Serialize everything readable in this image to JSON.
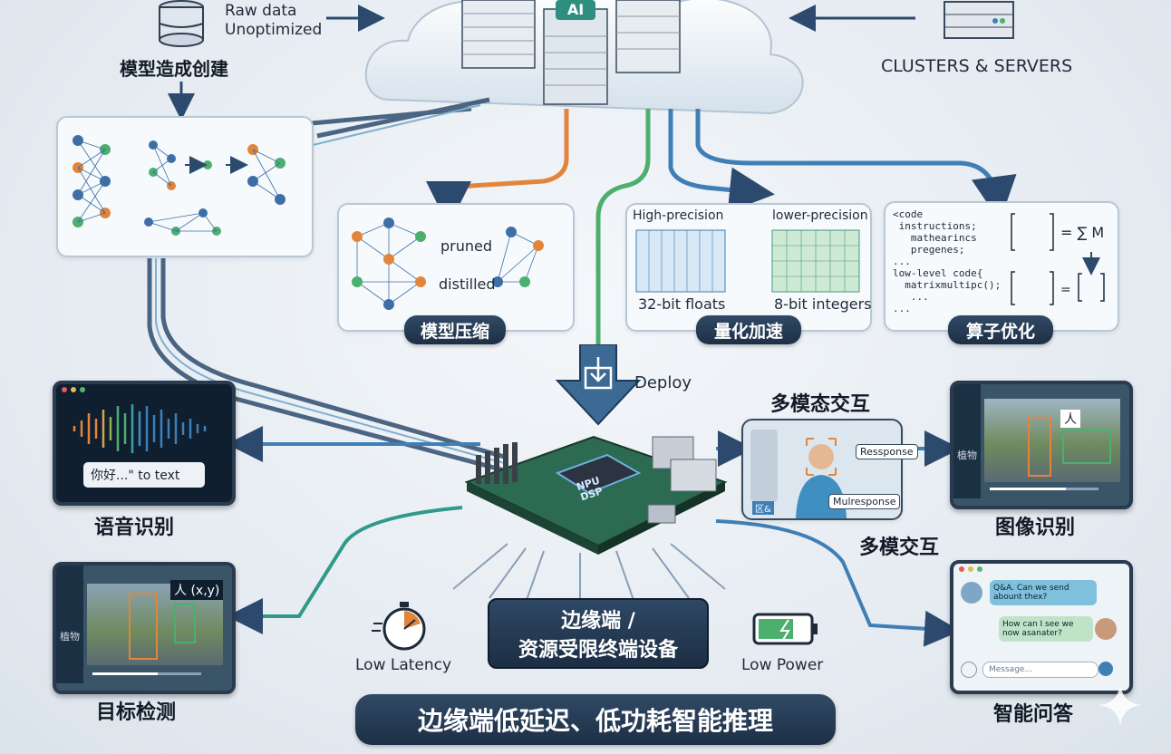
{
  "top": {
    "raw_data_line1": "Raw data",
    "raw_data_line2": "Unoptimized",
    "model_creation": "模型造成创建",
    "clusters": "CLUSTERS & SERVERS",
    "ai_badge": "AI"
  },
  "compression": {
    "pruned": "pruned",
    "distilled": "distilled",
    "label": "模型压缩"
  },
  "quantization": {
    "high": "High-precision",
    "low": "lower-precision",
    "bits32": "32-bit floats",
    "bits8": "8-bit integers",
    "label": "量化加速"
  },
  "operator": {
    "code_lines": "<code\n instructions;\n   mathearincs\n   pregenes;\n...\nlow-level code{\n  matrixmultipc();\n   ...\n...",
    "label": "算子优化"
  },
  "deploy": "Deploy",
  "chip_text": "NPU\nDSP",
  "speech": {
    "caption": "你好...\" to text",
    "label": "语音识别"
  },
  "multimodal": {
    "title": "多模态交互",
    "sub": "多模交互",
    "response": "Ressponse",
    "multi_response": "Mulresponse",
    "tag": "区&"
  },
  "image_rec": {
    "label": "图像识别",
    "side_text": "植物",
    "person": "人"
  },
  "detection": {
    "label": "目标检测",
    "coord": "人 (x,y)",
    "side_text": "植物"
  },
  "qa": {
    "label": "智能问答",
    "q": "Q&A. Can we send abount thex?",
    "a": "How can I see we now asanater?",
    "placeholder": "Message..."
  },
  "edge": {
    "line1": "边缘端 /",
    "line2": "资源受限终端设备"
  },
  "latency": "Low Latency",
  "power": "Low Power",
  "banner": "边缘端低延迟、低功耗智能推理"
}
